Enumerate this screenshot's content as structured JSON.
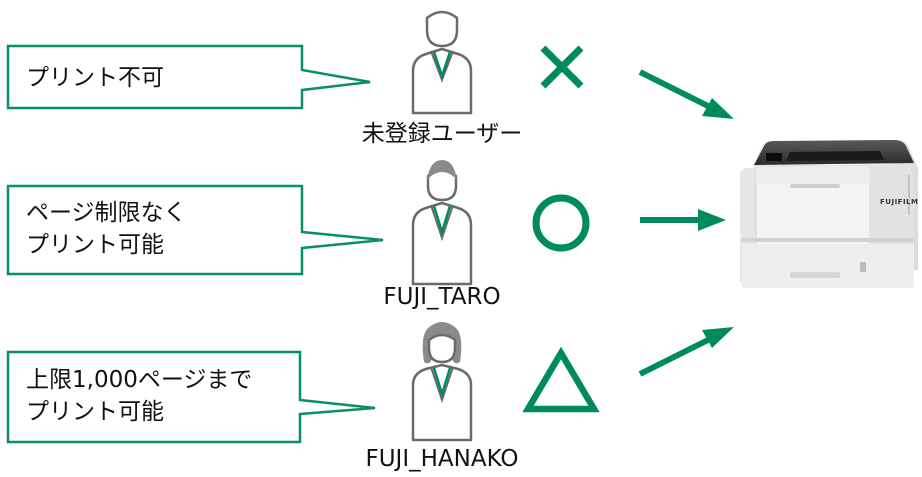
{
  "colors": {
    "accent": "#008c5a",
    "outline": "#6a6a6a",
    "bubble_border": "#0a8f5f"
  },
  "users": [
    {
      "name": "未登録ユーザー",
      "icon": "user-generic-icon",
      "status_icon": "cross-icon",
      "bubble_lines": [
        "プリント不可"
      ]
    },
    {
      "name": "FUJI_TARO",
      "icon": "user-male-icon",
      "status_icon": "circle-icon",
      "bubble_lines": [
        "ページ制限なく",
        "プリント可能"
      ]
    },
    {
      "name": "FUJI_HANAKO",
      "icon": "user-female-icon",
      "status_icon": "triangle-icon",
      "bubble_lines": [
        "上限1,000ページまで",
        "プリント可能"
      ]
    }
  ],
  "printer": {
    "icon": "printer-icon",
    "brand": "FUJIFILM"
  }
}
